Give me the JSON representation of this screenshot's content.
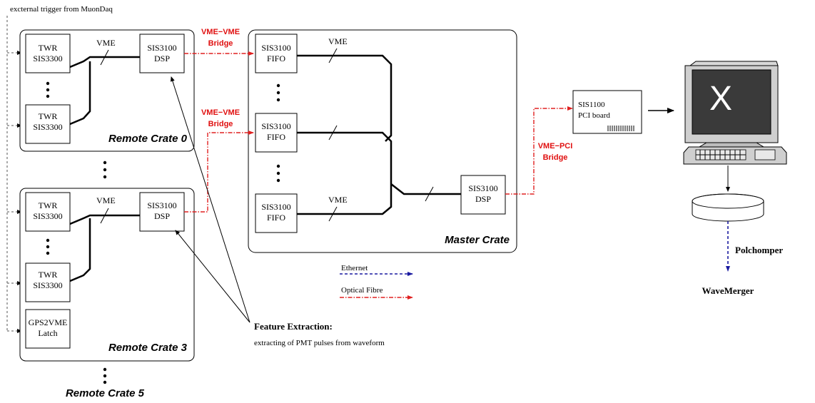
{
  "trigger_label": "excternal trigger from MuonDaq",
  "vme": "VME",
  "twr": "TWR",
  "sis3300": "SIS3300",
  "sis3100": "SIS3100",
  "dsp": "DSP",
  "fifo": "FIFO",
  "gps_line1": "GPS2VME",
  "gps_line2": "Latch",
  "crates": {
    "remote0": "Remote Crate 0",
    "remote3": "Remote Crate 3",
    "remote5": "Remote Crate 5",
    "master": "Master Crate"
  },
  "bridges": {
    "vme_vme": "VME−VME",
    "bridge": "Bridge",
    "vme_pci": "VME−PCI"
  },
  "pci": {
    "line1": "SIS1100",
    "line2": "PCI board"
  },
  "legend": {
    "ethernet": "Ethernet",
    "optical": "Optical Fibre"
  },
  "feature": {
    "title": "Feature Extraction:",
    "desc": "extracting of PMT pulses from waveform"
  },
  "workstation": {
    "x_glyph": "X",
    "polchomper": "Polchomper",
    "wavemerger": "WaveMerger"
  },
  "colors": {
    "fibre": "#e02020",
    "ethernet": "#1a1aa0",
    "bridge_text": "#e01010"
  }
}
